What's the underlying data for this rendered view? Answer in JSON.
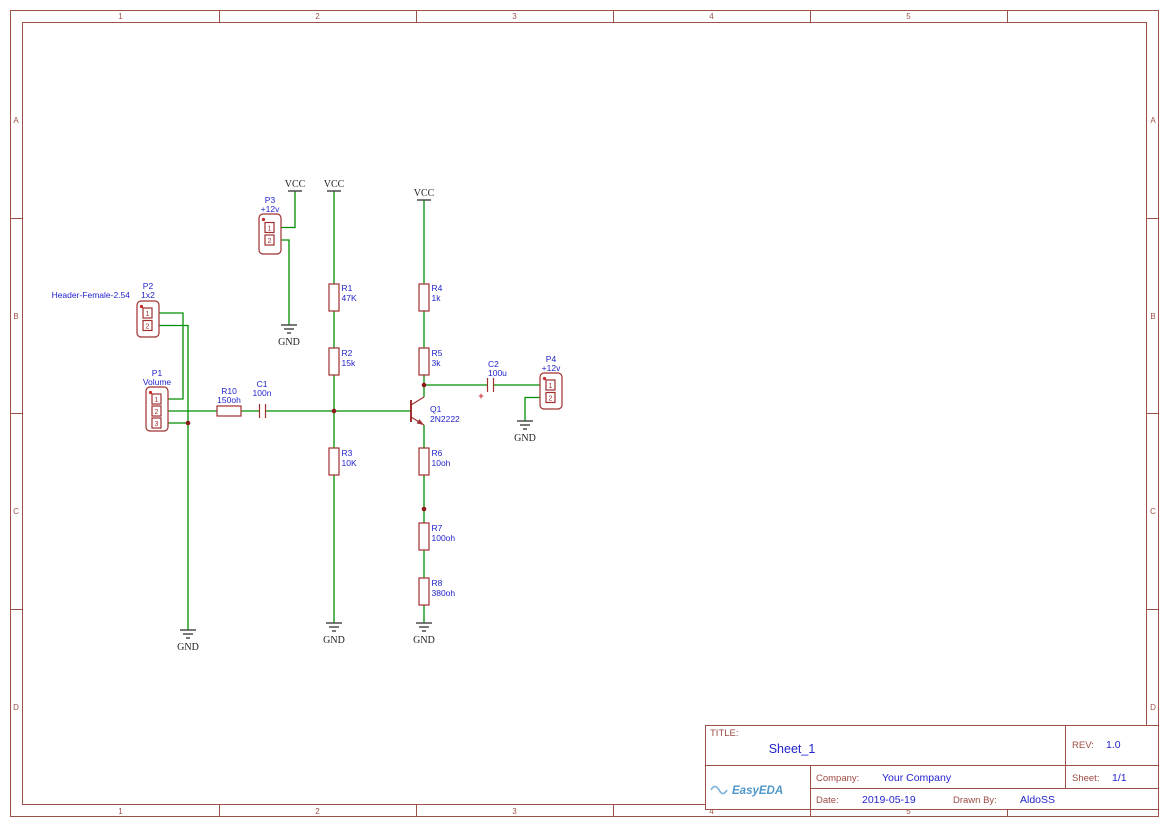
{
  "frame": {
    "columns": [
      "1",
      "2",
      "3",
      "4",
      "5"
    ],
    "rows": [
      "A",
      "B",
      "C",
      "D"
    ]
  },
  "nets": {
    "vcc": "VCC",
    "gnd": "GND"
  },
  "components": {
    "p1": {
      "ref": "P1",
      "value": "Volume",
      "pins": [
        "1",
        "2",
        "3"
      ]
    },
    "p2": {
      "ref": "P2",
      "value": "1x2",
      "desc": "Header-Female-2.54",
      "pins": [
        "1",
        "2"
      ]
    },
    "p3": {
      "ref": "P3",
      "value": "+12v",
      "pins": [
        "1",
        "2"
      ]
    },
    "p4": {
      "ref": "P4",
      "value": "+12v",
      "pins": [
        "1",
        "2"
      ]
    },
    "r1": {
      "ref": "R1",
      "value": "47K"
    },
    "r2": {
      "ref": "R2",
      "value": "15k"
    },
    "r3": {
      "ref": "R3",
      "value": "10K"
    },
    "r4": {
      "ref": "R4",
      "value": "1k"
    },
    "r5": {
      "ref": "R5",
      "value": "3k"
    },
    "r6": {
      "ref": "R6",
      "value": "10oh"
    },
    "r7": {
      "ref": "R7",
      "value": "100oh"
    },
    "r8": {
      "ref": "R8",
      "value": "380oh"
    },
    "r10": {
      "ref": "R10",
      "value": "150oh"
    },
    "c1": {
      "ref": "C1",
      "value": "100n"
    },
    "c2": {
      "ref": "C2",
      "value": "100u",
      "polarity": "+"
    },
    "q1": {
      "ref": "Q1",
      "value": "2N2222"
    }
  },
  "title_block": {
    "title_label": "TITLE:",
    "title": "Sheet_1",
    "rev_label": "REV:",
    "rev": "1.0",
    "company_label": "Company:",
    "company": "Your Company",
    "sheet_label": "Sheet:",
    "sheet": "1/1",
    "date_label": "Date:",
    "date": "2019-05-19",
    "drawn_by_label": "Drawn By:",
    "drawn_by": "AldoSS",
    "logo": "EasyEDA"
  },
  "colors": {
    "frame": "#9c5149",
    "wire": "#008f00",
    "component": "#a03030",
    "label": "#2323cc",
    "junction": "#8b1a1a",
    "net_symbol": "#4a4a4a",
    "logo_blue": "#4f97c9"
  }
}
